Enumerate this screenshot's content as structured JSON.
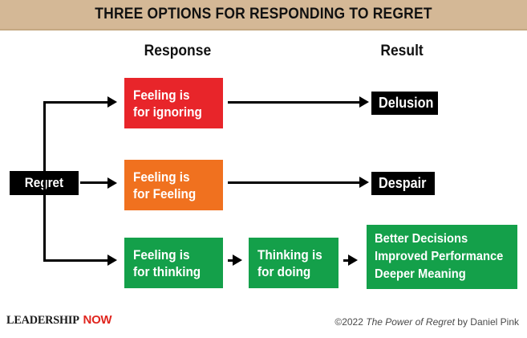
{
  "header": {
    "title": "THREE OPTIONS FOR RESPONDING TO REGRET",
    "background_color": "#d4b896"
  },
  "columns": {
    "response_label": "Response",
    "result_label": "Result"
  },
  "source": {
    "label": "Regret",
    "background_color": "#000000",
    "text_color": "#ffffff"
  },
  "rows": [
    {
      "id": "ignoring",
      "response": {
        "line1": "Feeling is",
        "line2": "for ignoring",
        "color": "#e8252a"
      },
      "result": {
        "label": "Delusion",
        "color": "#000000"
      }
    },
    {
      "id": "feeling",
      "response": {
        "line1": "Feeling is",
        "line2": "for Feeling",
        "color": "#f0711f"
      },
      "result": {
        "label": "Despair",
        "color": "#000000"
      }
    },
    {
      "id": "thinking",
      "response": {
        "line1": "Feeling is",
        "line2": "for thinking",
        "color": "#14a04a"
      },
      "middle": {
        "line1": "Thinking is",
        "line2": "for doing",
        "color": "#14a04a"
      },
      "result": {
        "line1": "Better Decisions",
        "line2": "Improved Performance",
        "line3": "Deeper Meaning",
        "color": "#14a04a"
      }
    }
  ],
  "footer": {
    "logo_primary": "LEADERSHIP",
    "logo_accent": "NOW",
    "logo_accent_color": "#e0261f",
    "credit_prefix": "©2022 ",
    "credit_title": "The Power of Regret",
    "credit_suffix": " by Daniel Pink"
  }
}
